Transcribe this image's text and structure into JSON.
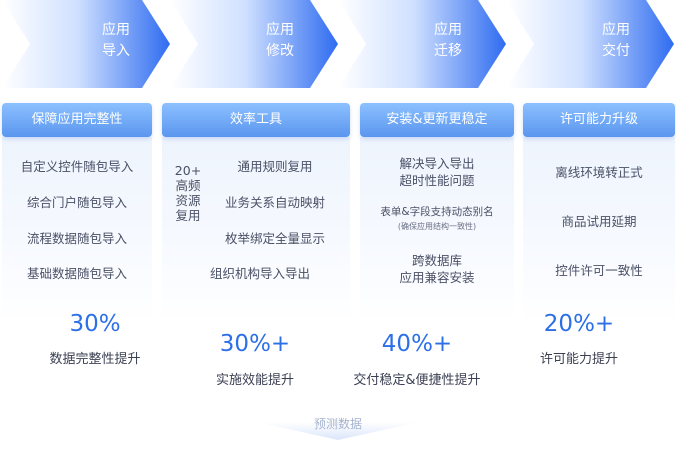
{
  "stages": [
    {
      "line1": "应用",
      "line2": "导入"
    },
    {
      "line1": "应用",
      "line2": "修改"
    },
    {
      "line1": "应用",
      "line2": "迁移"
    },
    {
      "line1": "应用",
      "line2": "交付"
    }
  ],
  "columns": [
    {
      "header": "保障应用完整性",
      "items": [
        "自定义控件随包导入",
        "综合门户随包导入",
        "流程数据随包导入",
        "基础数据随包导入"
      ],
      "stat_value": "30%",
      "stat_label": "数据完整性提升"
    },
    {
      "header": "效率工具",
      "side_label": [
        "20+",
        "高频",
        "资源",
        "复用"
      ],
      "items": [
        "通用规则复用",
        "业务关系自动映射",
        "枚举绑定全量显示",
        "组织机构导入导出"
      ],
      "stat_value": "30%+",
      "stat_label": "实施效能提升"
    },
    {
      "header": "安装&更新更稳定",
      "items": [
        "解决导入导出",
        "超时性能问题",
        "表单&字段支持动态别名",
        "(确保应用结构一致性)",
        "跨数据库",
        "应用兼容安装"
      ],
      "stat_value": "40%+",
      "stat_label": "交付稳定&便捷性提升"
    },
    {
      "header": "许可能力升级",
      "items": [
        "离线环境转正式",
        "商品试用延期",
        "控件许可一致性"
      ],
      "stat_value": "20%+",
      "stat_label": "许可能力提升"
    }
  ],
  "footer": {
    "label": "预测数据"
  },
  "colors": {
    "accent": "#2c6fe6",
    "header": "#6fa8f7",
    "arrow_dark": "#1f63ee",
    "arrow_light": "#e9f2ff"
  }
}
